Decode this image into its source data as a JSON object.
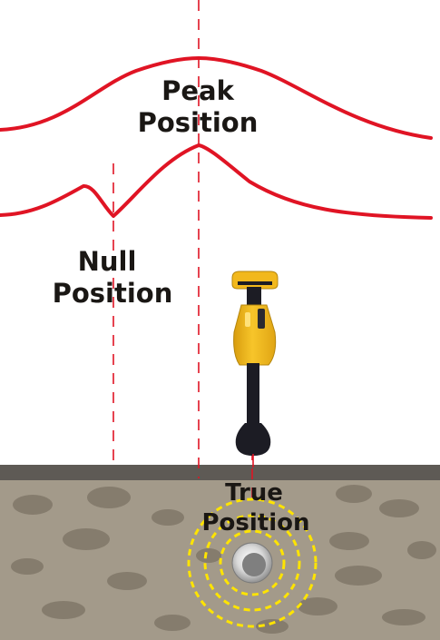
{
  "labels": {
    "peak_line1": "Peak",
    "peak_line2": "Position",
    "null_line1": "Null",
    "null_line2": "Position",
    "true_line1": "True",
    "true_line2": "Position"
  },
  "colors": {
    "curve": "#e01424",
    "guide_line": "#e01424",
    "ground_surface": "#5e5a55",
    "soil": "#a39a8a",
    "soil_stones": "#857c6d",
    "signal_rings": "#ffe400",
    "locator_body": "#f2b81c",
    "locator_shaft": "#1c1c24"
  },
  "icons": {
    "locator": "cable-locator-icon",
    "pipe": "buried-pipe-icon"
  }
}
